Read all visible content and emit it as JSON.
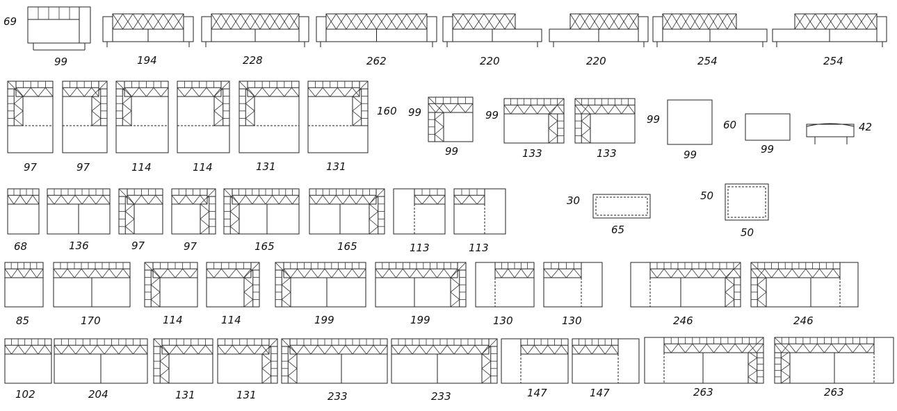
{
  "labels": {
    "r0_height": "69",
    "r0": [
      "99",
      "194",
      "228",
      "262",
      "220",
      "220",
      "254",
      "254"
    ],
    "r1": [
      "97",
      "97",
      "114",
      "114",
      "131",
      "131"
    ],
    "r1_depth": "160",
    "corner_left": "99",
    "corner_bottom": "99",
    "corner2_left": "99",
    "corner2_bottom": "133",
    "corner3_bottom": "133",
    "ottoman_left": "99",
    "ottoman_bottom": "99",
    "bench_left": "60",
    "bench_bottom": "99",
    "table_right": "42",
    "r2": [
      "68",
      "136",
      "97",
      "97",
      "165",
      "165",
      "113",
      "113"
    ],
    "cushion1_left": "30",
    "cushion1_bottom": "65",
    "cushion2_left": "50",
    "cushion2_bottom": "50",
    "r3": [
      "85",
      "170",
      "114",
      "114",
      "199",
      "199",
      "130",
      "130",
      "246",
      "246"
    ],
    "r4": [
      "102",
      "204",
      "131",
      "131",
      "233",
      "233",
      "147",
      "147",
      "263",
      "263"
    ]
  }
}
